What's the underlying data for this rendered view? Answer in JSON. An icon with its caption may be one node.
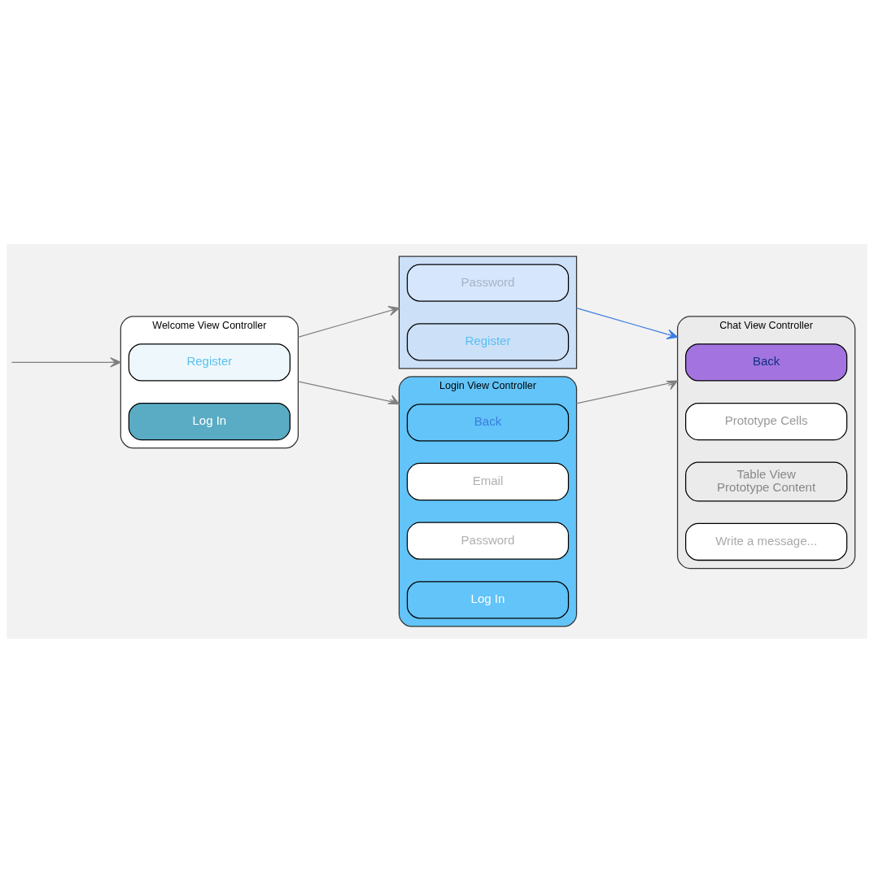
{
  "diagram": {
    "nodes": [
      {
        "text": [
          "Welcome View Controller"
        ]
      },
      {
        "text": [
          "Register"
        ],
        "in": 0
      },
      {
        "text": [
          "Log In"
        ],
        "in": 0
      },
      {
        "text": [],
        "shape": "box"
      },
      {
        "text": [
          "Password"
        ],
        "in": 3
      },
      {
        "text": [
          "Register"
        ],
        "in": 3
      },
      {
        "text": [
          "Login View Controller"
        ]
      },
      {
        "text": [
          "Back"
        ],
        "in": 6
      },
      {
        "text": [
          "Email"
        ],
        "in": 6
      },
      {
        "text": [
          "Password"
        ],
        "in": 6
      },
      {
        "text": [
          "Log In"
        ],
        "in": 6
      },
      {
        "text": [
          "Chat View Controller"
        ]
      },
      {
        "text": [
          "Back"
        ],
        "in": 11
      },
      {
        "text": [
          "Prototype Cells"
        ],
        "in": 11
      },
      {
        "text": [
          "Table View",
          "Prototype Content"
        ],
        "in": 11
      },
      {
        "text": [
          "Write a message..."
        ],
        "in": 11
      }
    ],
    "edges": [
      {
        "from": null,
        "to": 0,
        "arrow": "to"
      },
      {
        "from": 0,
        "to": 3,
        "arrow": "to"
      },
      {
        "from": 0,
        "to": 6,
        "arrow": "to"
      },
      {
        "from": 3,
        "to": 11,
        "arrow": "to",
        "color": "#3b7de0"
      },
      {
        "from": 6,
        "to": 11,
        "arrow": "to"
      }
    ]
  }
}
